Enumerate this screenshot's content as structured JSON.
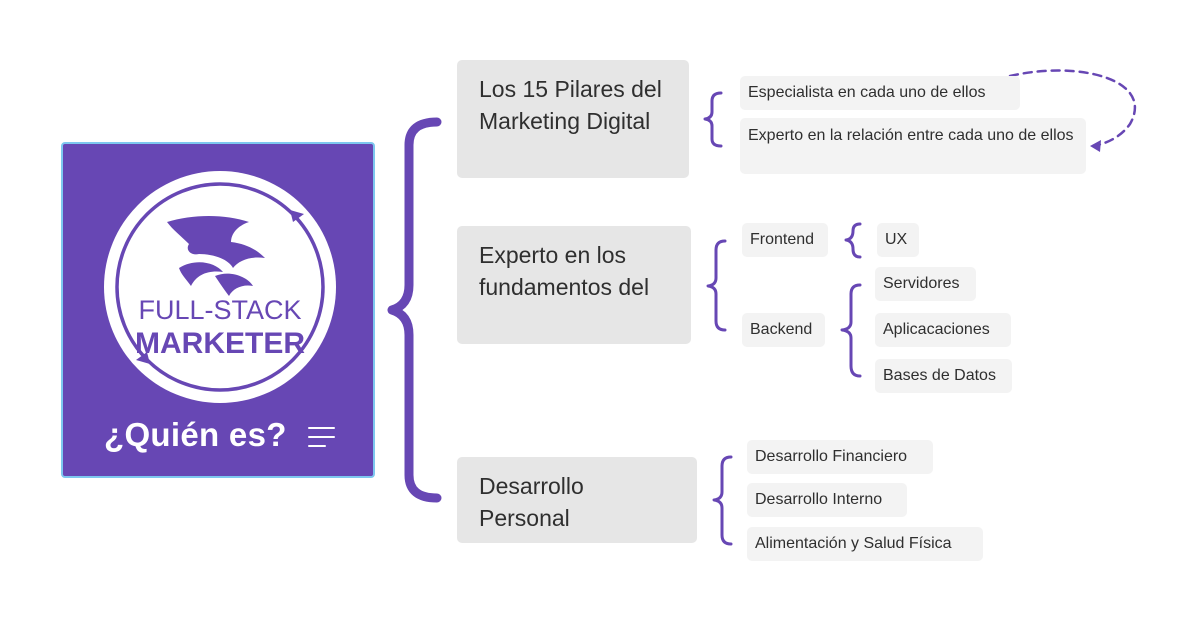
{
  "root": {
    "logo_line1": "FULL-STACK",
    "logo_line2": "MARKETER",
    "title": "¿Quién es?",
    "menu_icon": "menu-lines-icon",
    "logo_icon": "shark-icon"
  },
  "colors": {
    "accent": "#6747b4",
    "card_border": "#7ec7ef",
    "topic_bg": "#e6e6e6",
    "leaf_bg": "#f3f3f3"
  },
  "topics": [
    {
      "label": "Los 15 Pilares del Marketing Digital",
      "children": [
        {
          "label": "Especialista en cada uno de ellos"
        },
        {
          "label": "Experto en la relación entre cada uno de ellos"
        }
      ]
    },
    {
      "label": "Experto en los fundamentos del",
      "children": [
        {
          "label": "Frontend",
          "children": [
            {
              "label": "UX"
            }
          ]
        },
        {
          "label": "Backend",
          "children": [
            {
              "label": "Servidores"
            },
            {
              "label": "Aplicacaciones"
            },
            {
              "label": "Bases de Datos"
            }
          ]
        }
      ]
    },
    {
      "label": "Desarrollo Personal",
      "children": [
        {
          "label": "Desarrollo Financiero"
        },
        {
          "label": "Desarrollo Interno"
        },
        {
          "label": "Alimentación y Salud Física"
        }
      ]
    }
  ]
}
